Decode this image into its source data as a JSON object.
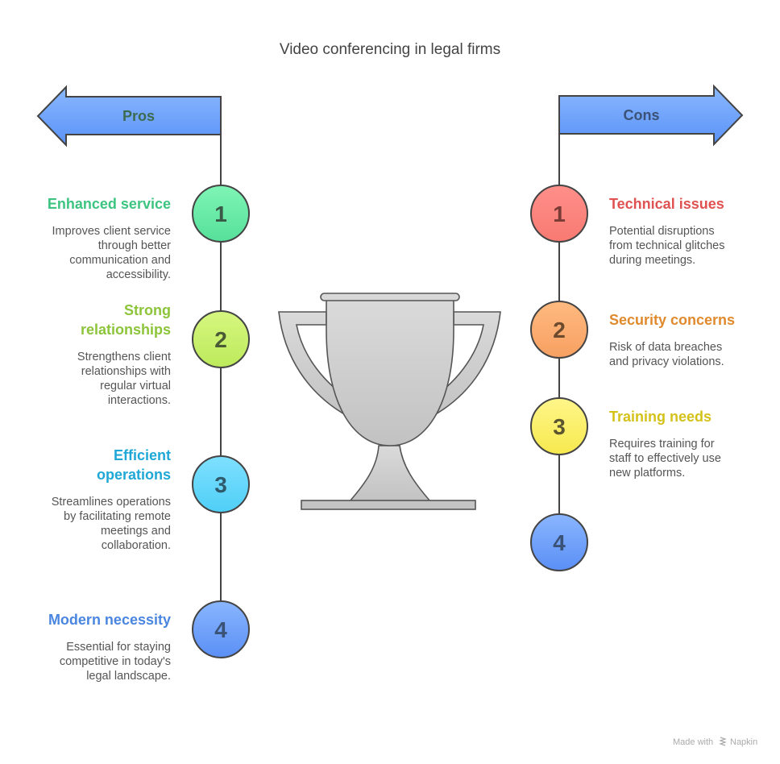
{
  "title": "Video conferencing in legal firms",
  "pros": {
    "label": "Pros",
    "label_color": "#3d6b50",
    "items": [
      {
        "number": "1",
        "heading": [
          "Enhanced service"
        ],
        "description": [
          "Improves client service",
          "through better",
          "communication and",
          "accessibility."
        ],
        "heading_color": "#3cc480",
        "fill_top": "#7ff5b6",
        "fill_bottom": "#56e09a",
        "num_color": "#3a5a48"
      },
      {
        "number": "2",
        "heading": [
          "Strong",
          "relationships"
        ],
        "description": [
          "Strengthens client",
          "relationships with",
          "regular virtual",
          "interactions."
        ],
        "heading_color": "#8cc43a",
        "fill_top": "#d6f77f",
        "fill_bottom": "#bdea5c",
        "num_color": "#4a5a34"
      },
      {
        "number": "3",
        "heading": [
          "Efficient",
          "operations"
        ],
        "description": [
          "Streamlines operations",
          "by facilitating remote",
          "meetings and",
          "collaboration."
        ],
        "heading_color": "#1fa8d6",
        "fill_top": "#7fe0ff",
        "fill_bottom": "#4fcff7",
        "num_color": "#2f5a6b"
      },
      {
        "number": "4",
        "heading": [
          "Modern necessity"
        ],
        "description": [
          "Essential for staying",
          "competitive in today's",
          "legal landscape."
        ],
        "heading_color": "#4a86e0",
        "fill_top": "#8ab6ff",
        "fill_bottom": "#5a8ff5",
        "num_color": "#3b5277"
      }
    ]
  },
  "cons": {
    "label": "Cons",
    "label_color": "#3b5277",
    "items": [
      {
        "number": "1",
        "heading": [
          "Technical issues"
        ],
        "description": [
          "Potential disruptions",
          "from technical glitches",
          "during meetings."
        ],
        "heading_color": "#e05252",
        "fill_top": "#ff8f8a",
        "fill_bottom": "#f77a72",
        "num_color": "#7a3a36"
      },
      {
        "number": "2",
        "heading": [
          "Security concerns"
        ],
        "description": [
          "Risk of data breaches",
          "and privacy violations."
        ],
        "heading_color": "#e08a2e",
        "fill_top": "#ffba80",
        "fill_bottom": "#f7a062",
        "num_color": "#6b4a2e"
      },
      {
        "number": "3",
        "heading": [
          "Training needs"
        ],
        "description": [
          "Requires training for",
          "staff to effectively use",
          "new platforms."
        ],
        "heading_color": "#d4c21a",
        "fill_top": "#fff68a",
        "fill_bottom": "#f7e94e",
        "num_color": "#5a5430"
      },
      {
        "number": "4",
        "heading": [],
        "description": [],
        "heading_color": "#4a86e0",
        "fill_top": "#8ab6ff",
        "fill_bottom": "#5a8ff5",
        "num_color": "#3b5277"
      }
    ]
  },
  "arrow_fill_top": "#8ab8ff",
  "arrow_fill_bottom": "#5a92f7",
  "center_icon": "trophy-icon",
  "footer": {
    "made_with": "Made with",
    "brand": "Napkin"
  }
}
